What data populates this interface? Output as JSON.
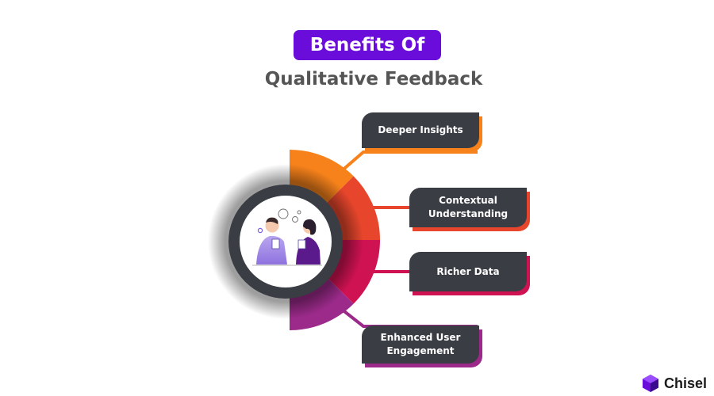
{
  "header": {
    "title_line1": "Benefits Of",
    "title_line2": "Qualitative Feedback"
  },
  "benefits": [
    {
      "label": "Deeper Insights",
      "color": "#f7821b"
    },
    {
      "label": "Contextual Understanding",
      "color": "#e8462c"
    },
    {
      "label": "Richer Data",
      "color": "#cf1252"
    },
    {
      "label": "Enhanced  User Engagement",
      "color": "#9b2a8a"
    }
  ],
  "colors": {
    "accent": "#6a0ddb",
    "card_bg": "#3a3d44",
    "ring": "#3a3d44"
  },
  "brand": {
    "name": "Chisel",
    "icon": "chisel-logo-icon"
  }
}
